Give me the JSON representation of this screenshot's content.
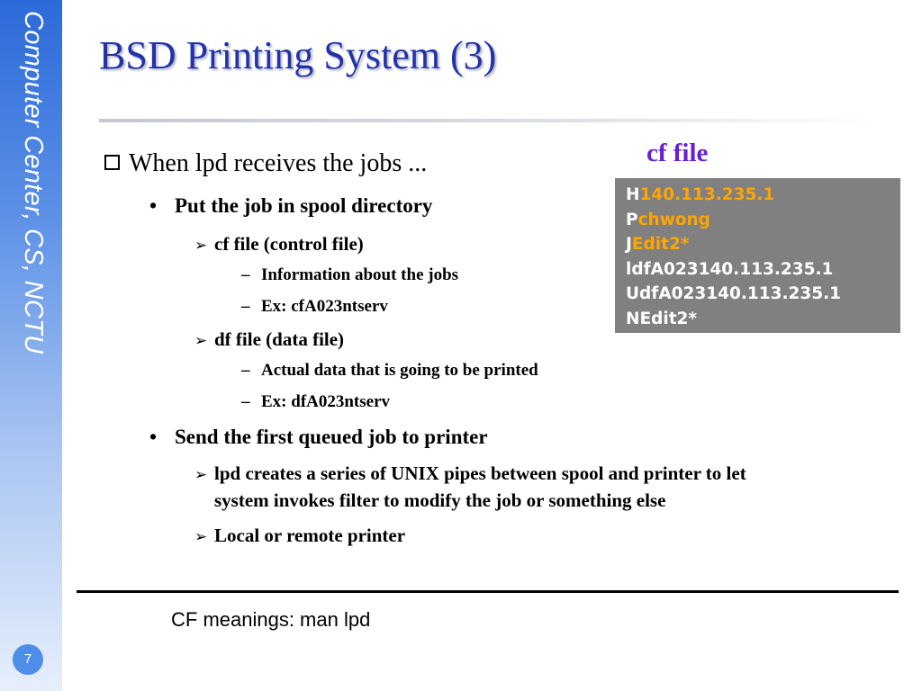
{
  "sidebar": {
    "text": "Computer Center, CS, NCTU",
    "page_number": "7"
  },
  "title": "BSD Printing System (3)",
  "body": {
    "heading": "When lpd receives the jobs ...",
    "point1": "Put the job in spool directory",
    "cf_item": "cf file (control file)",
    "cf_sub1": "Information about the jobs",
    "cf_sub2": "Ex: cfA023ntserv",
    "df_item": "df file (data file)",
    "df_sub1": "Actual data that is going to be printed",
    "df_sub2": "Ex: dfA023ntserv",
    "point2": "Send the first queued job to printer",
    "pipe_item_line1": "lpd creates a series of UNIX pipes between spool and  printer to let",
    "pipe_item_line2": "system invokes filter to modify the job or something else",
    "local_item": "Local or remote printer"
  },
  "cf_panel": {
    "heading": "cf file",
    "lines": [
      {
        "key": "H",
        "value": "140.113.235.1"
      },
      {
        "key": "P",
        "value": "chwong"
      },
      {
        "key": "J",
        "value": "Edit2*"
      },
      {
        "key": "",
        "value": "ldfA023140.113.235.1"
      },
      {
        "key": "",
        "value": "UdfA023140.113.235.1"
      },
      {
        "key": "",
        "value": "NEdit2*"
      }
    ]
  },
  "footer": {
    "note": "CF meanings: man lpd"
  },
  "colors": {
    "title": "#2233a8",
    "cf_heading": "#6a1fd6",
    "cf_highlight": "#ffa500",
    "cf_box_bg": "#808080",
    "sidebar_top": "#2c6ad9"
  }
}
